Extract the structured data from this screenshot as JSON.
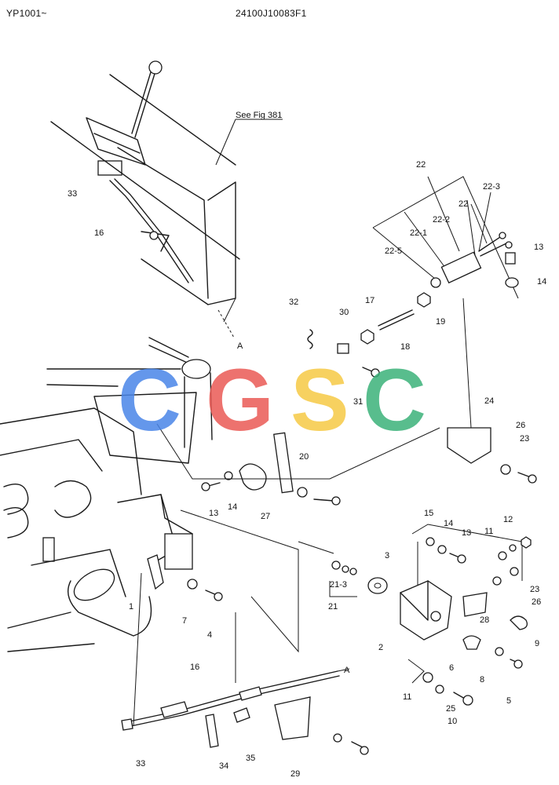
{
  "header": {
    "left": "YP1001~",
    "center": "24100J10083F1"
  },
  "reference_note": "See Fig 381",
  "section_marks": [
    "A",
    "A"
  ],
  "watermark": {
    "letters": [
      "C",
      "G",
      "S",
      "C"
    ],
    "colors": [
      "#4a86e8",
      "#ea5a55",
      "#f6c945",
      "#3bb27a"
    ]
  },
  "callouts": [
    "33",
    "16",
    "22",
    "22-3",
    "22-2",
    "22",
    "22-1",
    "22-5",
    "13",
    "14",
    "17",
    "19",
    "18",
    "32",
    "30",
    "31",
    "24",
    "26",
    "23",
    "20",
    "13",
    "14",
    "27",
    "15",
    "14",
    "13",
    "11",
    "12",
    "3",
    "21-3",
    "21",
    "1",
    "7",
    "4",
    "23",
    "26",
    "28",
    "9",
    "2",
    "6",
    "8",
    "5",
    "16",
    "11",
    "25",
    "10",
    "33",
    "34",
    "35",
    "29"
  ]
}
